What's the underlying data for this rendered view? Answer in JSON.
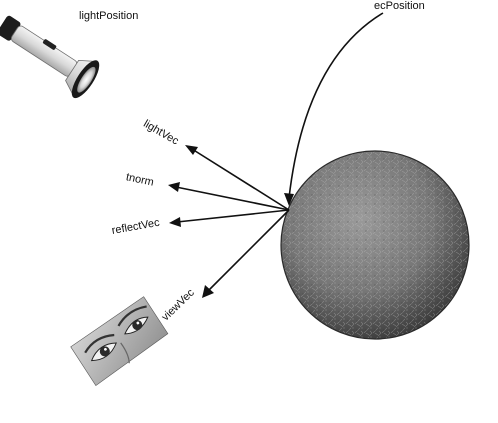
{
  "labels": {
    "light_position": "lightPosition",
    "ec_position": "ecPosition",
    "light_vec": "lightVec",
    "tnorm": "tnorm",
    "reflect_vec": "reflectVec",
    "view_vec": "viewVec"
  },
  "icons": {
    "flashlight": "flashlight-icon",
    "eyes": "eyes-photo-icon",
    "sphere": "textured-sphere"
  },
  "colors": {
    "ink": "#111111",
    "sphere_mid": "#7a7a7a",
    "sphere_dark": "#2e2e2e",
    "background": "#ffffff"
  }
}
